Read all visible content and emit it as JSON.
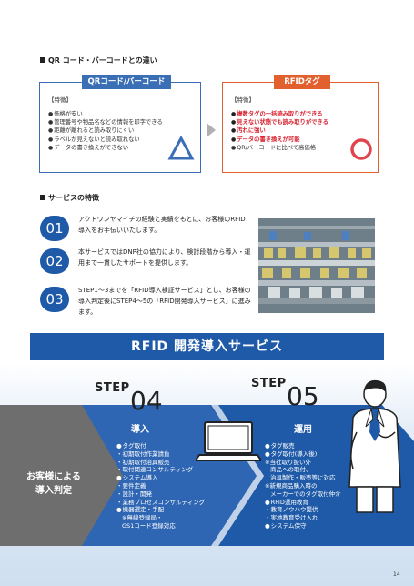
{
  "comparison": {
    "section_title": "QR コード・バーコードとの違い",
    "qr": {
      "tab": "QRコード/バーコード",
      "heading": "【特徴】",
      "items": [
        "価格が安い",
        "管理番号や物品名などの情報を印字できる",
        "距離が離れると読み取りにくい",
        "ラベルが見えないと読み取れない",
        "データの書き換えができない"
      ]
    },
    "rfid": {
      "tab": "RFIDタグ",
      "heading": "【特徴】",
      "items": [
        "複数タグの一括読み取りができる",
        "見えない状態でも読み取りができる",
        "汚れに強い",
        "データの書き換えが可能",
        "QR/バーコードに比べて高価格"
      ]
    }
  },
  "features": {
    "section_title": "サービスの特徴",
    "items": [
      {
        "num": "01",
        "text": "アクトワンヤマイチの経験と実績をもとに、お客様のRFID導入をお手伝いいたします。"
      },
      {
        "num": "02",
        "text": "本サービスではDNP社の協力により、検討段階から導入・運用まで一貫したサポートを提供します。"
      },
      {
        "num": "03",
        "text": "STEP1～3までを「RFID導入検証サービス」とし、お客様の導入判定後にSTEP4～5の「RFID開発導入サービス」に進みます。"
      }
    ]
  },
  "banner": "RFID 開発導入サービス",
  "customer": {
    "line1": "お客様による",
    "line2": "導入判定"
  },
  "step4": {
    "label": "STEP",
    "num": "04",
    "title": "導入",
    "items": [
      {
        "t": "タグ取付",
        "type": "b"
      },
      {
        "t": "・初期取付作業請負",
        "type": "p"
      },
      {
        "t": "・初期取付治具販売",
        "type": "p"
      },
      {
        "t": "・取付関連コンサルティング",
        "type": "p"
      },
      {
        "t": "システム導入",
        "type": "b"
      },
      {
        "t": "・要件定義",
        "type": "p"
      },
      {
        "t": "・設計・開発",
        "type": "p"
      },
      {
        "t": "・業務プロセスコンサルティング",
        "type": "p"
      },
      {
        "t": "機器選定・手配",
        "type": "b"
      },
      {
        "t": "※無線登録局・",
        "type": "i"
      },
      {
        "t": "GS1コード登録対応",
        "type": "i"
      }
    ]
  },
  "step5": {
    "label": "STEP",
    "num": "05",
    "title": "運用",
    "items": [
      {
        "t": "タグ販売",
        "type": "b"
      },
      {
        "t": "タグ取付(導入後)",
        "type": "b"
      },
      {
        "t": "※当社取り扱い外",
        "type": "p"
      },
      {
        "t": "商品への取付、",
        "type": "i"
      },
      {
        "t": "治具製作・販売等に対応",
        "type": "i"
      },
      {
        "t": "※新規商品購入時の",
        "type": "p"
      },
      {
        "t": "メーカーでのタグ取付仲介",
        "type": "i"
      },
      {
        "t": "RFID運用教育",
        "type": "b"
      },
      {
        "t": "・教育ノウハウ提供",
        "type": "p"
      },
      {
        "t": "・実地教育受け入れ",
        "type": "p"
      },
      {
        "t": "システム保守",
        "type": "b"
      }
    ]
  },
  "page_number": "14",
  "colors": {
    "blue": "#1f5aa8",
    "qr_blue": "#3a6fb6",
    "orange": "#e2602d",
    "red": "#d91f2d",
    "gray": "#6e6e6e"
  }
}
